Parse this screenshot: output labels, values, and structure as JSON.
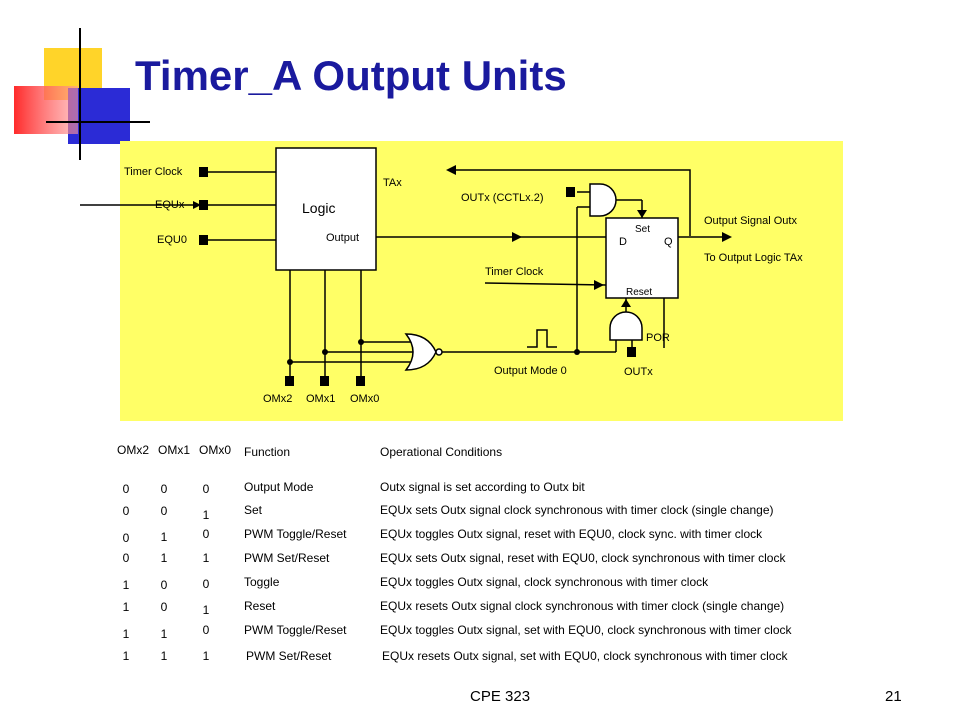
{
  "slide": {
    "title": "Timer_A Output Units",
    "footer_left": "CPE 323",
    "page_number": "21"
  },
  "diagram": {
    "inputs": [
      "Timer Clock",
      "EQUx",
      "EQU0"
    ],
    "logic_block": {
      "title": "Logic",
      "output": "Output"
    },
    "labels": {
      "tax": "TAx",
      "outx_cctl": "OUTx (CCTLx.2)",
      "output_signal": "Output Signal Outx",
      "to_output_logic": "To Output Logic TAx",
      "timer_clock": "Timer Clock",
      "ff_set": "Set",
      "ff_d": "D",
      "ff_q": "Q",
      "ff_reset": "Reset",
      "por": "POR",
      "outx": "OUTx",
      "output_mode0": "Output Mode 0"
    },
    "mode_pins": [
      "OMx2",
      "OMx1",
      "OMx0"
    ]
  },
  "table": {
    "headers": {
      "omx2": "OMx2",
      "omx1": "OMx1",
      "omx0": "OMx0",
      "function": "Function",
      "conditions": "Operational Conditions"
    },
    "rows": [
      {
        "b2": "0",
        "b1": "0",
        "b0": "0",
        "function": "Output Mode",
        "conditions": "Outx signal is set according to Outx bit"
      },
      {
        "b2": "0",
        "b1": "0",
        "b0": "1",
        "function": "Set",
        "conditions": "EQUx sets Outx signal clock synchronous with timer clock (single change)"
      },
      {
        "b2": "0",
        "b1": "1",
        "b0": "0",
        "function": "PWM Toggle/Reset",
        "conditions": "EQUx toggles Outx signal, reset with EQU0, clock sync. with timer clock"
      },
      {
        "b2": "0",
        "b1": "1",
        "b0": "1",
        "function": "PWM Set/Reset",
        "conditions": "EQUx sets Outx signal, reset with EQU0, clock synchronous with timer clock"
      },
      {
        "b2": "1",
        "b1": "0",
        "b0": "0",
        "function": "Toggle",
        "conditions": "EQUx toggles Outx signal, clock synchronous with timer clock"
      },
      {
        "b2": "1",
        "b1": "0",
        "b0": "1",
        "function": "Reset",
        "conditions": "EQUx resets Outx signal clock synchronous with timer clock (single change)"
      },
      {
        "b2": "1",
        "b1": "1",
        "b0": "0",
        "function": "PWM Toggle/Reset",
        "conditions": "EQUx toggles Outx signal, set with EQU0, clock synchronous with timer clock"
      },
      {
        "b2": "1",
        "b1": "1",
        "b0": "1",
        "function": "PWM Set/Reset",
        "conditions": "EQUx resets Outx signal, set with EQU0, clock synchronous with timer clock"
      }
    ]
  },
  "colors": {
    "title": "#1a1a9e",
    "panel": "#ffff66",
    "deco_yellow": "#ffd21e",
    "deco_blue": "#2b2bd6",
    "deco_red": "#ff2a2a"
  }
}
